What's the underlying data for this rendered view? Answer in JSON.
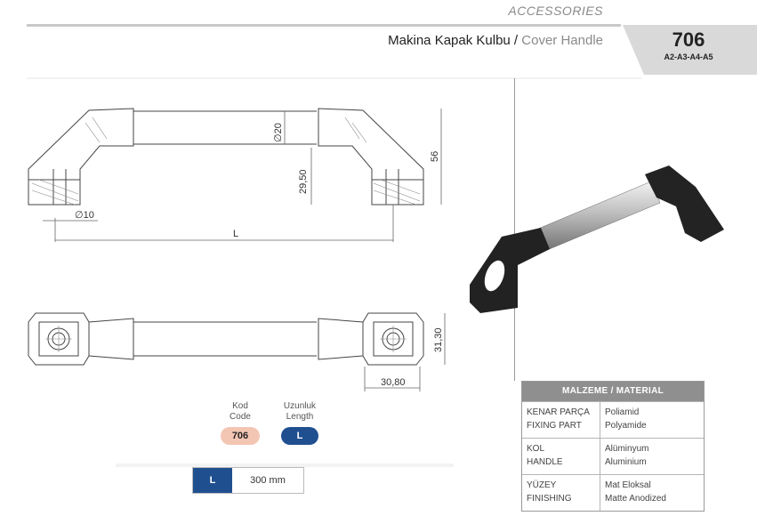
{
  "header": {
    "section": "ACCESSORIES",
    "title_tr": "Makina Kapak Kulbu",
    "title_sep": " / ",
    "title_en": "Cover Handle",
    "code": "706",
    "variants": "A2-A3-A4-A5"
  },
  "drawing": {
    "dim_rod_diameter": "∅20",
    "dim_height_total": "56",
    "dim_height_axis": "29,50",
    "dim_hole_diameter": "∅10",
    "dim_length": "L",
    "dim_width": "31,30",
    "dim_depth": "30,80"
  },
  "codes": {
    "kod_tr": "Kod",
    "kod_en": "Code",
    "kod_value": "706",
    "uzunluk_tr": "Uzunluk",
    "uzunluk_en": "Length",
    "uzunluk_value": "L"
  },
  "length_table": {
    "key": "L",
    "value": "300 mm"
  },
  "material": {
    "title": "MALZEME / MATERIAL",
    "rows": [
      {
        "part_tr": "KENAR PARÇA",
        "part_en": "FIXING PART",
        "mat_tr": "Poliamid",
        "mat_en": "Polyamide"
      },
      {
        "part_tr": "KOL",
        "part_en": "HANDLE",
        "mat_tr": "Alüminyum",
        "mat_en": "Aluminium"
      },
      {
        "part_tr": "YÜZEY",
        "part_en": "FINISHING",
        "mat_tr": "Mat Eloksal",
        "mat_en": "Matte Anodized"
      }
    ]
  },
  "colors": {
    "blue": "#1f4f8f",
    "salmon": "#f3c6b4",
    "gray_header": "#8f8f8f",
    "tab_gray": "#d9d9d9"
  }
}
